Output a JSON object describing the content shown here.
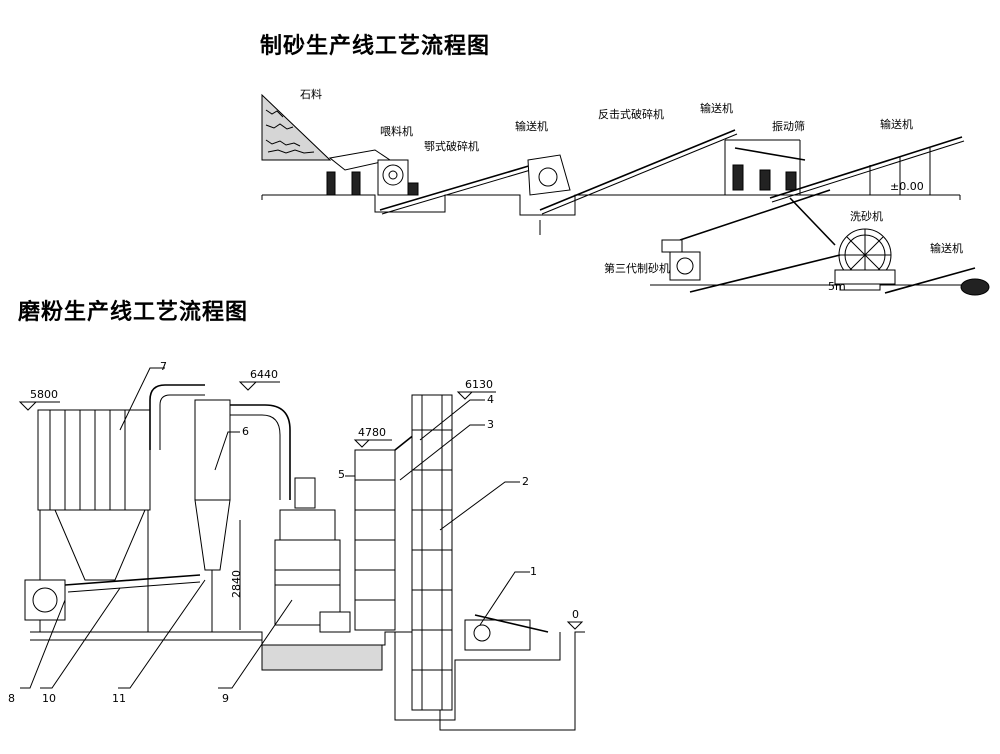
{
  "sand_line": {
    "title": "制砂生产线工艺流程图",
    "labels": {
      "stone": "石料",
      "feeder": "喂料机",
      "jaw_crusher": "鄂式破碎机",
      "conveyor_1": "输送机",
      "impact_crusher": "反击式破碎机",
      "conveyor_2": "输送机",
      "vibrating_screen": "振动筛",
      "conveyor_3": "输送机",
      "sand_washer": "洗砂机",
      "sand_maker": "第三代制砂机",
      "conveyor_4": "输送机",
      "elevation": "±0.00",
      "depth": "5m"
    }
  },
  "grinding_line": {
    "title": "磨粉生产线工艺流程图",
    "elevations": {
      "e5800": "5800",
      "e6440": "6440",
      "e6130": "6130",
      "e4780": "4780",
      "e2840": "2840",
      "e0": "0"
    },
    "callouts": {
      "c1": "1",
      "c2": "2",
      "c3": "3",
      "c4": "4",
      "c5": "5",
      "c6": "6",
      "c7": "7",
      "c8": "8",
      "c9": "9",
      "c10": "10",
      "c11": "11"
    }
  }
}
